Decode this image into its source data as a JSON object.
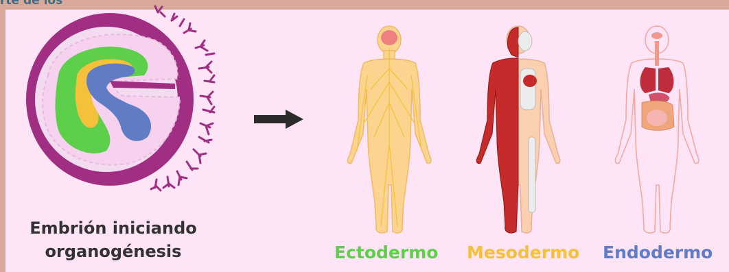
{
  "header": {
    "partial_text": "rte de los"
  },
  "embryo_caption": {
    "line1": "Embrión iniciando",
    "line2": "organogénesis"
  },
  "layers": [
    {
      "label": "Ectodermo",
      "color": "#5dcf4a"
    },
    {
      "label": "Mesodermo",
      "color": "#f6c13a"
    },
    {
      "label": "Endodermo",
      "color": "#5f7cc4"
    }
  ],
  "colors": {
    "background": "#fde4f6",
    "frame": "#d8a99a",
    "embryo_outer": "#a02f83",
    "arrow": "#2b2b2b"
  },
  "icons": [
    "embryo-illustration",
    "right-arrow-icon",
    "nervous-system-figure",
    "muscular-system-figure",
    "digestive-system-figure"
  ]
}
